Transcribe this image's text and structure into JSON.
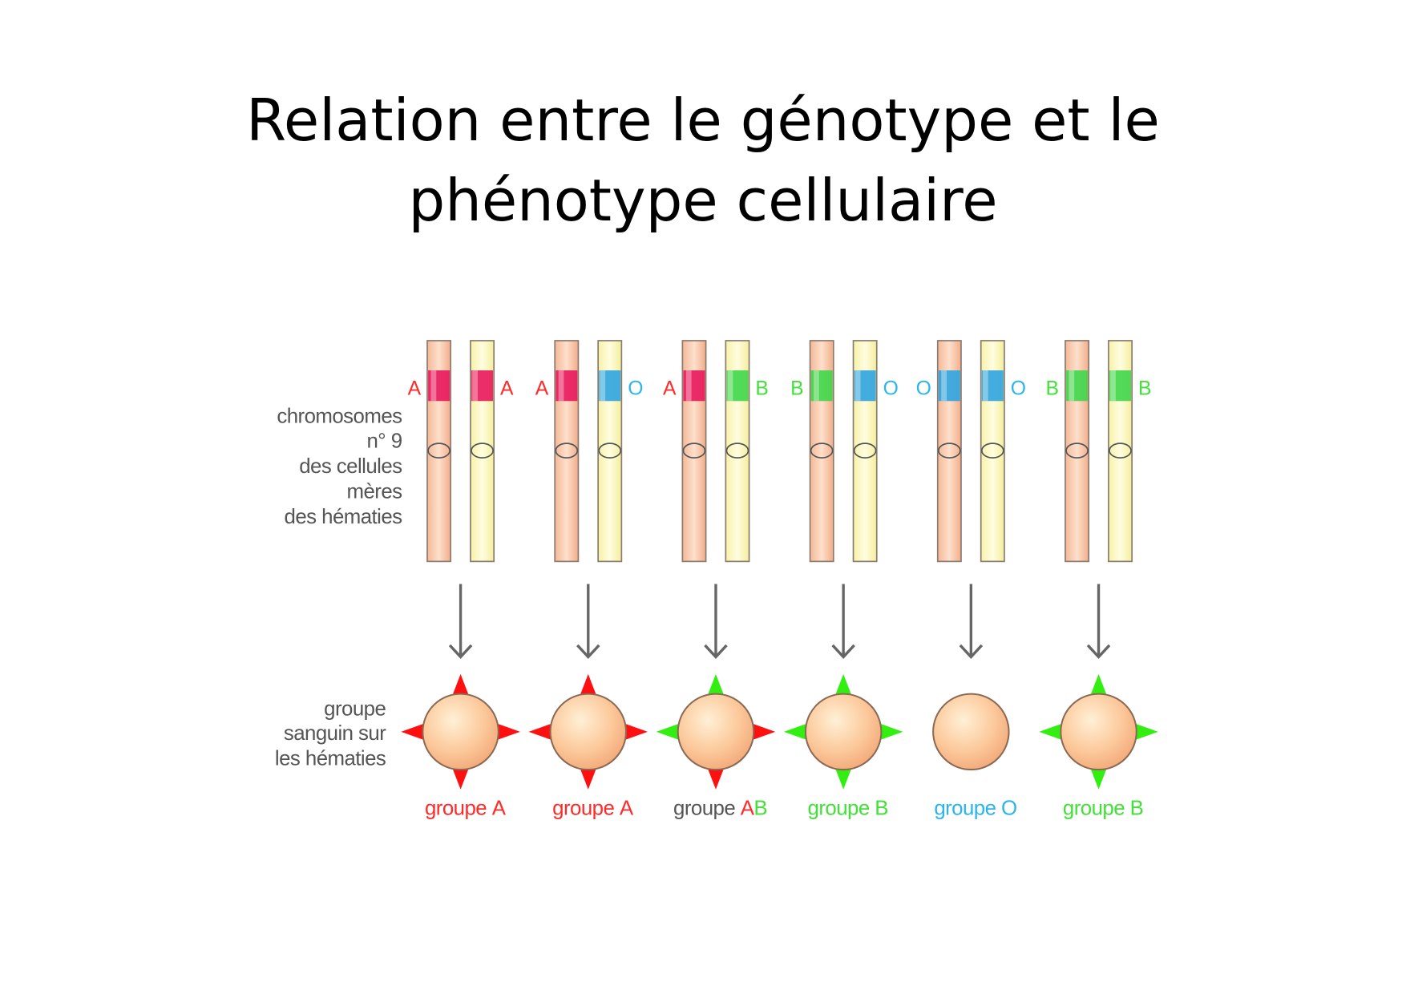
{
  "title": {
    "line1": "Relation entre le génotype et le",
    "line2": "phénotype cellulaire"
  },
  "labels": {
    "chromosomes": [
      "chromosomes",
      "n° 9",
      "des cellules",
      "mères",
      "des hématies"
    ],
    "blood_group": [
      "groupe",
      "sanguin sur",
      "les hématies"
    ]
  },
  "colors": {
    "A": "#e8175d",
    "B": "#3fd64a",
    "O": "#2fa4e0",
    "A_text": "#ff2a2a",
    "B_text": "#44e03a",
    "O_text": "#2ab4f0",
    "neutral": "#555555",
    "spike_A": "#ff1010",
    "spike_B": "#33ee11"
  },
  "pairs": [
    {
      "alleles": [
        "A",
        "A"
      ],
      "antigens": {
        "top": "A",
        "right": "A",
        "bottom": "A",
        "left": "A"
      },
      "group": [
        {
          "text": "groupe ",
          "color": "A"
        },
        {
          "text": "A",
          "color": "A"
        }
      ]
    },
    {
      "alleles": [
        "A",
        "O"
      ],
      "antigens": {
        "top": "A",
        "right": "A",
        "bottom": "A",
        "left": "A"
      },
      "group": [
        {
          "text": "groupe ",
          "color": "A"
        },
        {
          "text": "A",
          "color": "A"
        }
      ]
    },
    {
      "alleles": [
        "A",
        "B"
      ],
      "antigens": {
        "top": "B",
        "right": "A",
        "bottom": "A",
        "left": "B"
      },
      "group": [
        {
          "text": "groupe ",
          "color": "neutral"
        },
        {
          "text": "A",
          "color": "A"
        },
        {
          "text": "B",
          "color": "B"
        }
      ]
    },
    {
      "alleles": [
        "B",
        "O"
      ],
      "antigens": {
        "top": "B",
        "right": "B",
        "bottom": "B",
        "left": "B"
      },
      "group": [
        {
          "text": "groupe ",
          "color": "B"
        },
        {
          "text": "B",
          "color": "B"
        }
      ]
    },
    {
      "alleles": [
        "O",
        "O"
      ],
      "antigens": {},
      "group": [
        {
          "text": "groupe ",
          "color": "O"
        },
        {
          "text": "O",
          "color": "O"
        }
      ]
    },
    {
      "alleles": [
        "B",
        "B"
      ],
      "antigens": {
        "top": "B",
        "right": "B",
        "bottom": "B",
        "left": "B"
      },
      "group": [
        {
          "text": "groupe ",
          "color": "B"
        },
        {
          "text": "B",
          "color": "B"
        }
      ]
    }
  ]
}
